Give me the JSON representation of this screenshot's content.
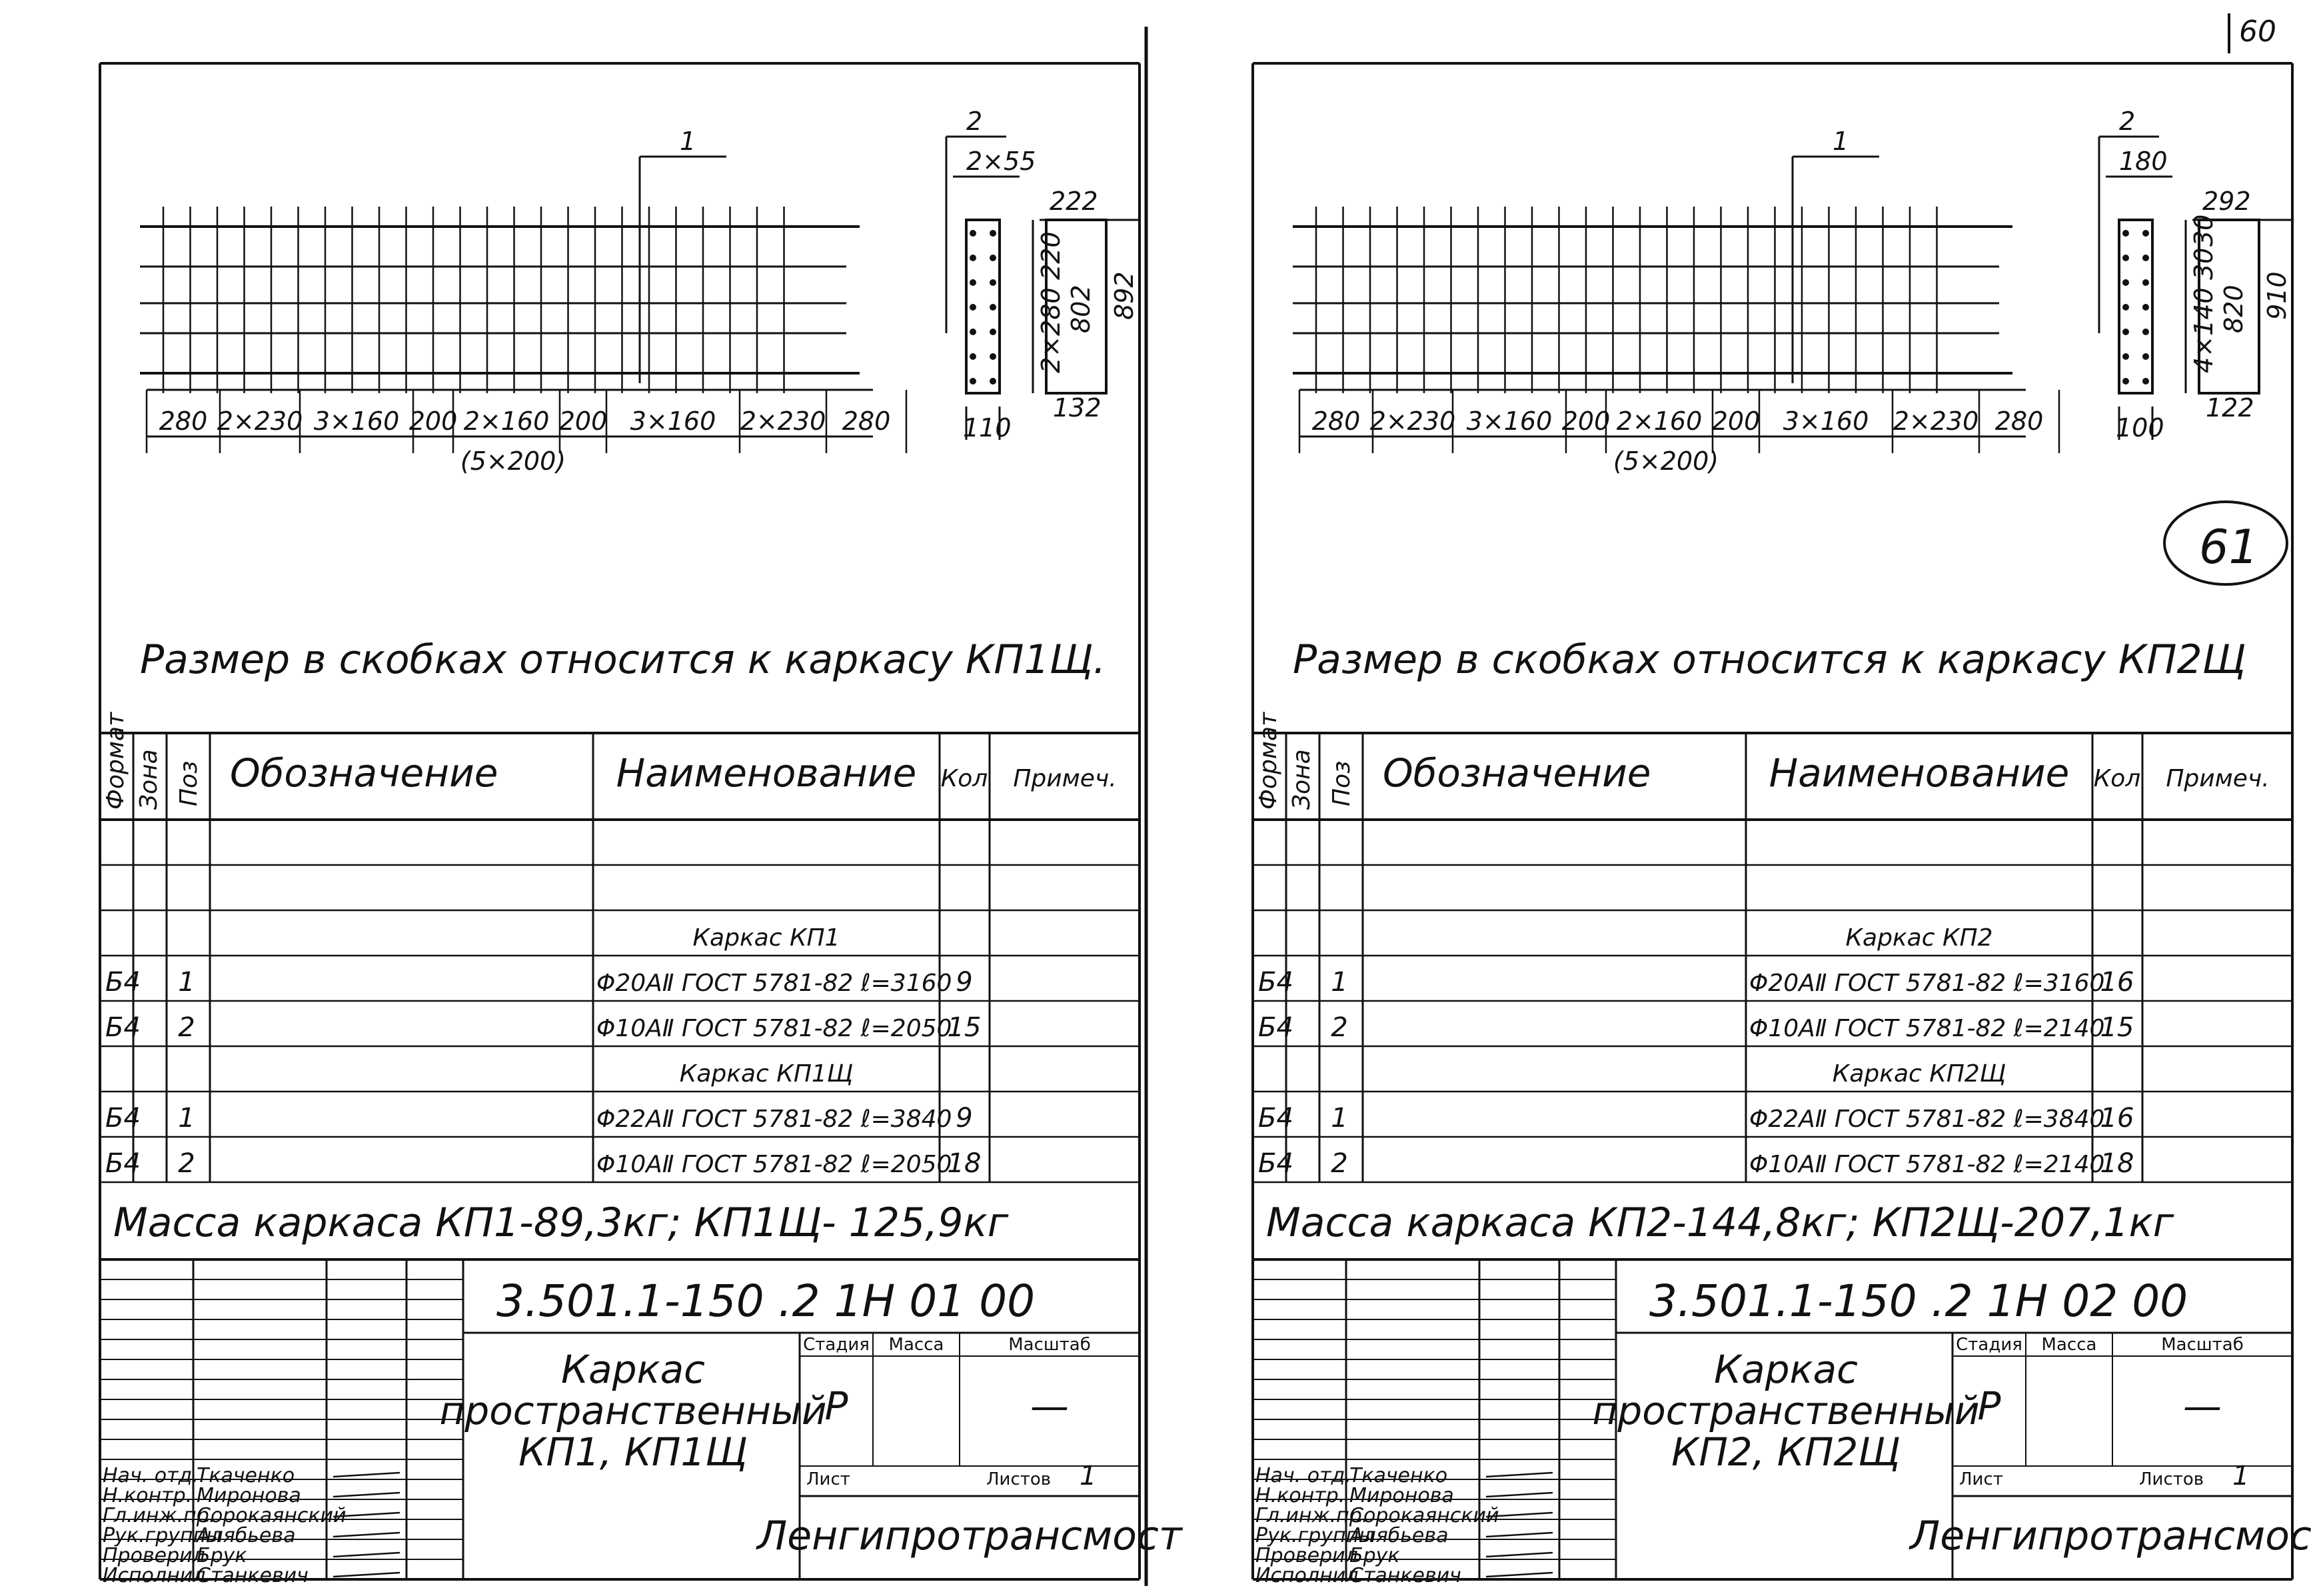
{
  "page_number": "60",
  "stamp": "61",
  "sheets": [
    {
      "id": "kp1",
      "leaders": [
        "1",
        "2"
      ],
      "grid_dims": [
        "280",
        "2×230",
        "3×160",
        "200",
        "2×160",
        "200",
        "3×160",
        "2×230",
        "280"
      ],
      "alt_dim": "(5×200)",
      "section_dims": {
        "top": "2×55",
        "a": "220",
        "b": "2×280",
        "c": "802",
        "bottom": "110"
      },
      "outline_dims": {
        "top": "222",
        "side": "892",
        "bottom": "132"
      },
      "note": "Размер в скобках относится к каркасу КП1Щ.",
      "table_headers": {
        "format": "Формат",
        "zone": "Зона",
        "pos": "Поз",
        "designation": "Обозначение",
        "name": "Наименование",
        "qty": "Кол",
        "note": "Примеч."
      },
      "rows": [
        {
          "fmt": "",
          "pos": "",
          "name": "Каркас КП1",
          "qty": ""
        },
        {
          "fmt": "Б4",
          "pos": "1",
          "name": "Φ20АⅡ ГОСТ 5781-82 ℓ=3160",
          "qty": "9"
        },
        {
          "fmt": "Б4",
          "pos": "2",
          "name": "Φ10АⅡ ГОСТ 5781-82 ℓ=2050",
          "qty": "15"
        },
        {
          "fmt": "",
          "pos": "",
          "name": "Каркас КП1Щ",
          "qty": ""
        },
        {
          "fmt": "Б4",
          "pos": "1",
          "name": "Φ22АⅡ ГОСТ 5781-82 ℓ=3840",
          "qty": "9"
        },
        {
          "fmt": "Б4",
          "pos": "2",
          "name": "Φ10АⅡ ГОСТ 5781-82 ℓ=2050",
          "qty": "18"
        }
      ],
      "mass": "Масса каркаса КП1-89,3кг; КП1Щ- 125,9кг",
      "doc_code": "3.501.1-150   .2      1Н 01 00",
      "title": [
        "Каркас",
        "пространственный",
        "КП1, КП1Щ"
      ],
      "stage_labels": {
        "stage": "Стадия",
        "mass": "Масса",
        "scale": "Масштаб",
        "sheet": "Лист",
        "sheets": "Листов"
      },
      "stage": "Р",
      "scale": "—",
      "sheets_count": "1",
      "org": "Ленгипротрансмост",
      "signers": [
        {
          "role": "Нач. отд.",
          "name": "Ткаченко"
        },
        {
          "role": "Н.контр.",
          "name": "Миронова"
        },
        {
          "role": "Гл.инж.пр.",
          "name": "Сорокаянский"
        },
        {
          "role": "Рук.группы",
          "name": "Алябьева"
        },
        {
          "role": "Проверил",
          "name": "Брук"
        },
        {
          "role": "Исполнил",
          "name": "Станкевич"
        }
      ]
    },
    {
      "id": "kp2",
      "leaders": [
        "1",
        "2"
      ],
      "grid_dims": [
        "280",
        "2×230",
        "3×160",
        "200",
        "2×160",
        "200",
        "3×160",
        "2×230",
        "280"
      ],
      "alt_dim": "(5×200)",
      "section_dims": {
        "top": "180",
        "a": "30",
        "b": "4×140",
        "c": "820",
        "d": "30",
        "bottom": "100"
      },
      "outline_dims": {
        "top": "292",
        "side": "910",
        "bottom": "122"
      },
      "note": "Размер в скобках относится к каркасу КП2Щ",
      "table_headers": {
        "format": "Формат",
        "zone": "Зона",
        "pos": "Поз",
        "designation": "Обозначение",
        "name": "Наименование",
        "qty": "Кол",
        "note": "Примеч."
      },
      "rows": [
        {
          "fmt": "",
          "pos": "",
          "name": "Каркас КП2",
          "qty": ""
        },
        {
          "fmt": "Б4",
          "pos": "1",
          "name": "Φ20АⅡ ГОСТ 5781-82 ℓ=3160",
          "qty": "16"
        },
        {
          "fmt": "Б4",
          "pos": "2",
          "name": "Φ10АⅡ ГОСТ 5781-82 ℓ=2140",
          "qty": "15"
        },
        {
          "fmt": "",
          "pos": "",
          "name": "Каркас КП2Щ",
          "qty": ""
        },
        {
          "fmt": "Б4",
          "pos": "1",
          "name": "Φ22АⅡ ГОСТ 5781-82 ℓ=3840",
          "qty": "16"
        },
        {
          "fmt": "Б4",
          "pos": "2",
          "name": "Φ10АⅡ ГОСТ 5781-82 ℓ=2140",
          "qty": "18"
        }
      ],
      "mass": "Масса каркаса КП2-144,8кг; КП2Щ-207,1кг",
      "doc_code": "3.501.1-150   .2      1Н 02 00",
      "title": [
        "Каркас",
        "пространственный",
        "КП2, КП2Щ"
      ],
      "stage_labels": {
        "stage": "Стадия",
        "mass": "Масса",
        "scale": "Масштаб",
        "sheet": "Лист",
        "sheets": "Листов"
      },
      "stage": "Р",
      "scale": "—",
      "sheets_count": "1",
      "org": "Ленгипротрансмост",
      "signers": [
        {
          "role": "Нач. отд.",
          "name": "Ткаченко"
        },
        {
          "role": "Н.контр.",
          "name": "Миронова"
        },
        {
          "role": "Гл.инж.пр.",
          "name": "Сорокаянский"
        },
        {
          "role": "Рук.группы",
          "name": "Алябьева"
        },
        {
          "role": "Проверил",
          "name": "Брук"
        },
        {
          "role": "Исполнил",
          "name": "Станкевич"
        }
      ]
    }
  ]
}
